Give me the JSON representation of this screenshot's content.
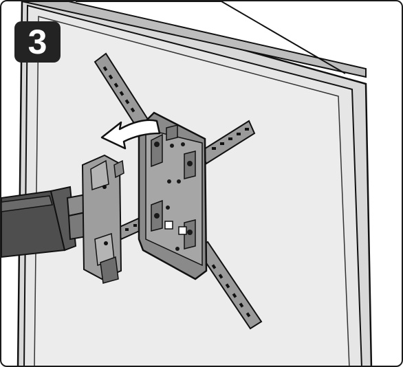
{
  "step": {
    "number": "3"
  },
  "colors": {
    "tv_back": "#e5e5e5",
    "tv_bezel": "#d0d0d0",
    "bracket": "#9a9a9a",
    "plate": "#8a8a8a",
    "arm_dark": "#4e4e4e",
    "arrow": "#ffffff",
    "outline": "#111111",
    "badge": "#232323"
  },
  "icons": {
    "arrow": "curved-arrow-left-down",
    "holes": "mounting-hole"
  }
}
